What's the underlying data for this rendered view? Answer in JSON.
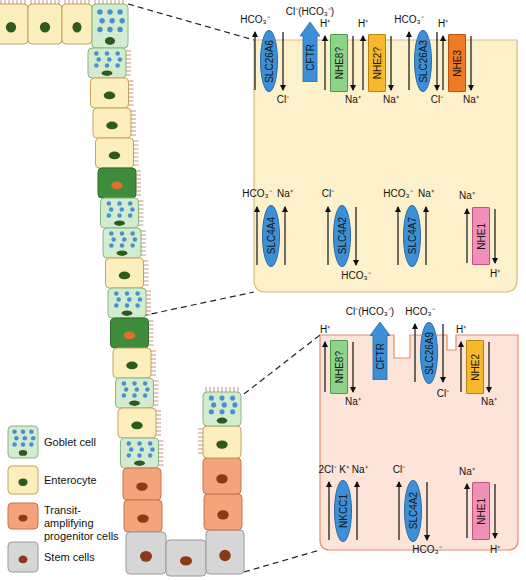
{
  "diagram": {
    "nodes": [
      {
        "text": [
          "SLC26A6"
        ]
      },
      {
        "text": [
          "CFTR"
        ]
      },
      {
        "text": [
          "NHE8?"
        ]
      },
      {
        "text": [
          "NHE2?"
        ]
      },
      {
        "text": [
          "SLC26A3"
        ]
      },
      {
        "text": [
          "NHE3"
        ]
      },
      {
        "text": [
          "SLC4A4"
        ]
      },
      {
        "text": [
          "SLC4A2"
        ]
      },
      {
        "text": [
          "SLC4A7"
        ]
      },
      {
        "text": [
          "NHE1"
        ]
      },
      {
        "text": [
          "NHE8?"
        ]
      },
      {
        "text": [
          "CFTR"
        ]
      },
      {
        "text": [
          "SLC26A9"
        ]
      },
      {
        "text": [
          "NHE2"
        ]
      },
      {
        "text": [
          "NKCC1"
        ]
      },
      {
        "text": [
          "SLC4A2"
        ]
      },
      {
        "text": [
          "NHE1"
        ]
      }
    ],
    "labels": [
      "HCO₃⁻",
      "Cl⁻",
      "Cl⁻(HCO₃⁻)",
      "H⁺",
      "Na⁺",
      "H⁺",
      "Na⁺",
      "HCO₃⁻",
      "Cl⁻",
      "H⁺",
      "Na⁺",
      "HCO₃⁻",
      "Na⁺",
      "Cl⁻",
      "HCO₃⁻",
      "HCO₃⁻",
      "Na⁺",
      "Na⁺",
      "H⁺",
      "H⁺",
      "Na⁺",
      "Cl⁻(HCO₃⁻)",
      "HCO₃⁻",
      "Cl⁻",
      "H⁺",
      "Na⁺",
      "2Cl⁻ K⁺ Na⁺",
      "Cl⁻",
      "HCO₃⁻",
      "Na⁺",
      "H⁺"
    ],
    "legend": [
      {
        "text": "Goblet cell"
      },
      {
        "text": "Enterocyte"
      },
      {
        "text": "Transit-amplifying progenitor cells"
      },
      {
        "text": "Stem cells"
      }
    ]
  }
}
